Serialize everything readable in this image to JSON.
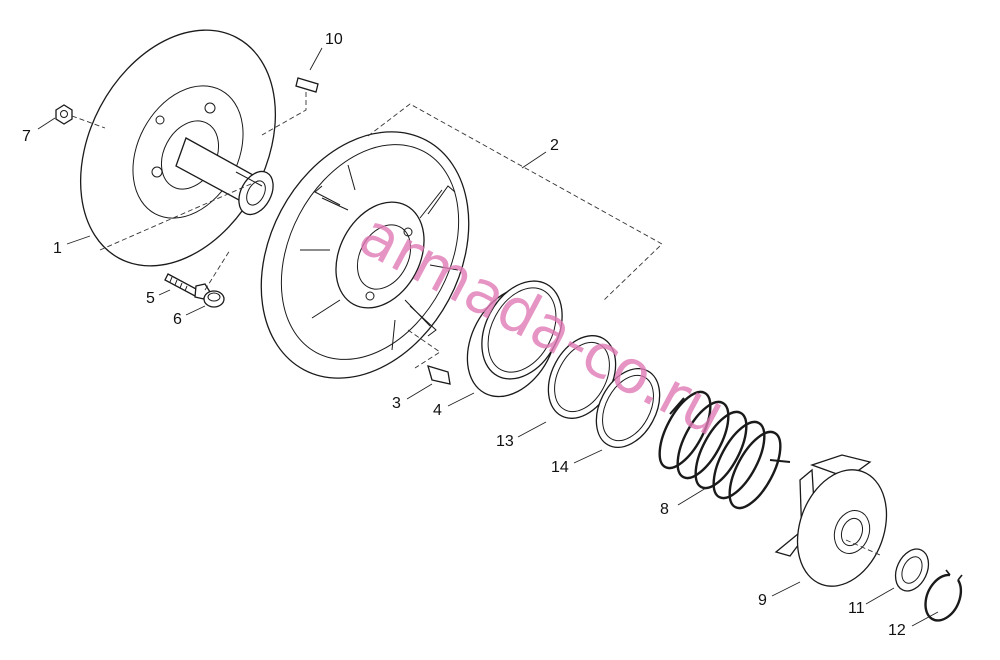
{
  "watermark": "armada-co.ru",
  "callouts": {
    "c1": "1",
    "c2": "2",
    "c3": "3",
    "c4": "4",
    "c5": "5",
    "c6": "6",
    "c7": "7",
    "c8": "8",
    "c9": "9",
    "c10": "10",
    "c11": "11",
    "c12": "12",
    "c13": "13",
    "c14": "14"
  },
  "colors": {
    "lines": "#1a1a1a",
    "watermark": "#e07ab6",
    "background": "#ffffff"
  }
}
